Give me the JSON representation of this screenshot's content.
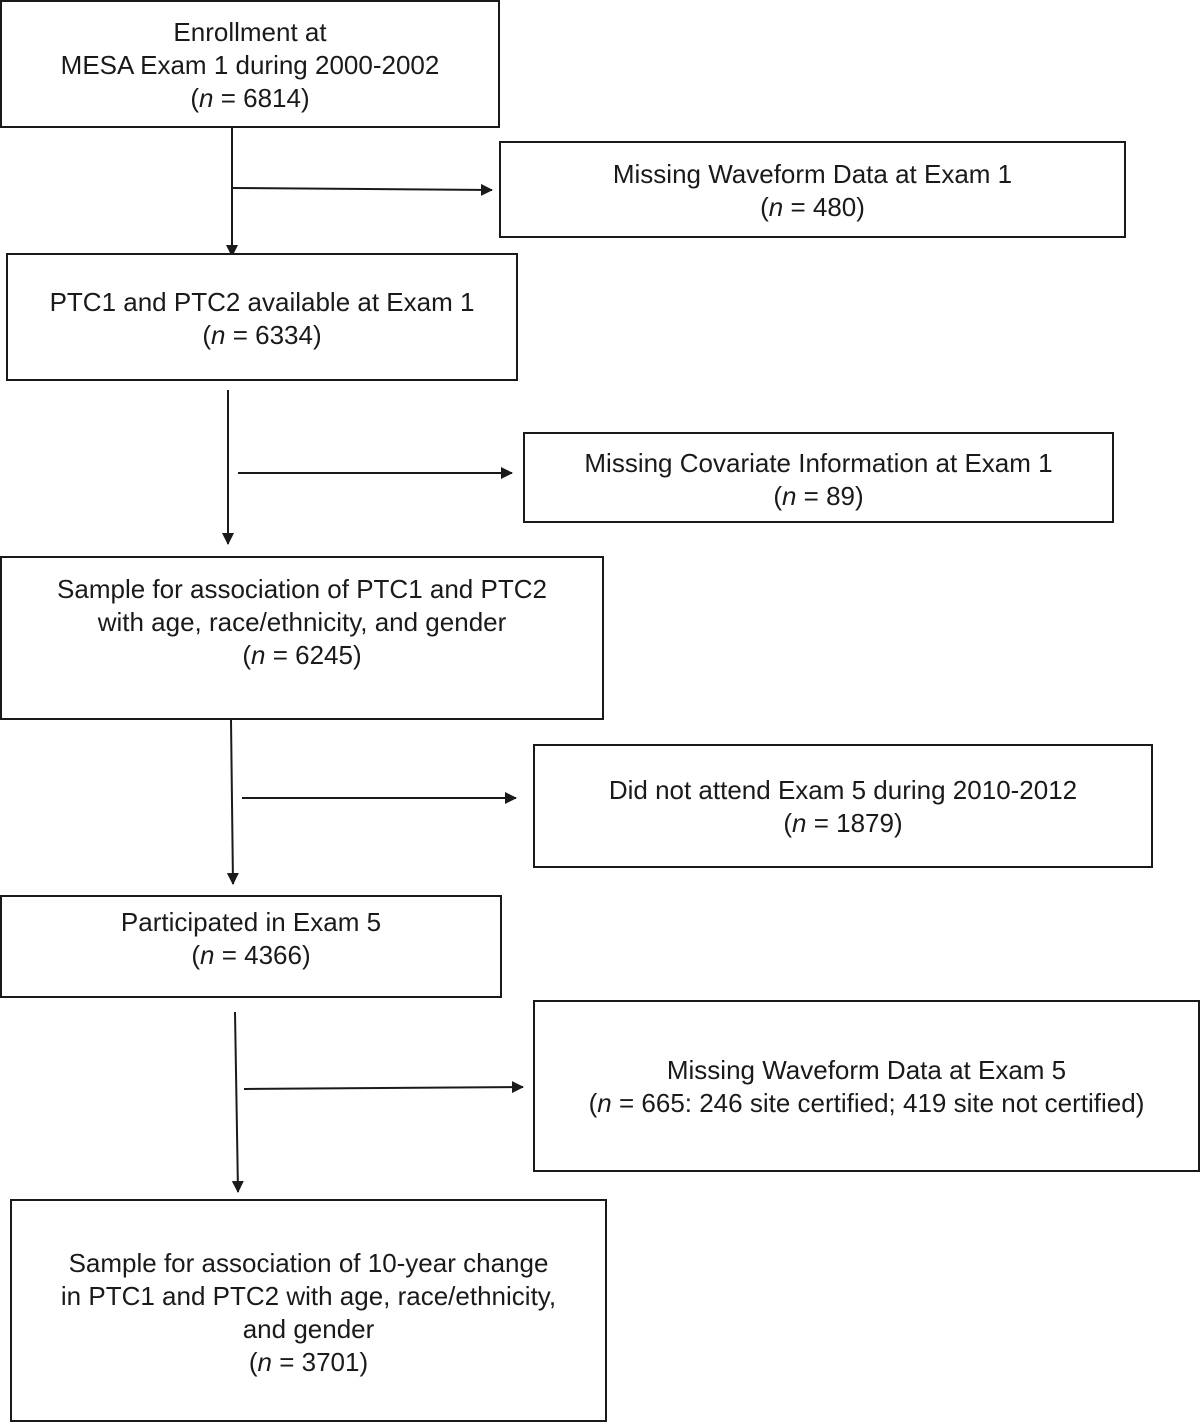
{
  "diagram": {
    "boxes": [
      {
        "id": "enrollment",
        "lines": [
          "Enrollment at",
          "MESA Exam 1 during 2000-2002"
        ],
        "n_symbol": "n",
        "n_text": " = 6814)"
      },
      {
        "id": "missing-waveform-exam1",
        "lines": [
          "Missing Waveform Data at Exam 1"
        ],
        "n_symbol": "n",
        "n_text": " = 480)"
      },
      {
        "id": "ptc-available",
        "lines": [
          "PTC1 and PTC2 available at Exam 1"
        ],
        "n_symbol": "n",
        "n_text": " = 6334)"
      },
      {
        "id": "missing-covariate",
        "lines": [
          "Missing Covariate Information at Exam 1"
        ],
        "n_symbol": "n",
        "n_text": " = 89)"
      },
      {
        "id": "sample-association",
        "lines": [
          "Sample for association of PTC1 and PTC2",
          "with age, race/ethnicity, and gender"
        ],
        "n_symbol": "n",
        "n_text": " = 6245)"
      },
      {
        "id": "did-not-attend",
        "lines": [
          "Did not attend Exam 5 during 2010-2012"
        ],
        "n_symbol": "n",
        "n_text": " = 1879)"
      },
      {
        "id": "participated-exam5",
        "lines": [
          "Participated in Exam 5"
        ],
        "n_symbol": "n",
        "n_text": " = 4366)"
      },
      {
        "id": "missing-waveform-exam5",
        "lines": [
          "Missing Waveform Data at Exam 5"
        ],
        "n_symbol": "n",
        "n_text": " = 665: 246 site certified; 419 site not certified)"
      },
      {
        "id": "sample-10yr-change",
        "lines": [
          "Sample for association of 10-year change",
          "in PTC1 and PTC2 with age, race/ethnicity,",
          "and gender"
        ],
        "n_symbol": "n",
        "n_text": " = 3701)"
      }
    ]
  }
}
